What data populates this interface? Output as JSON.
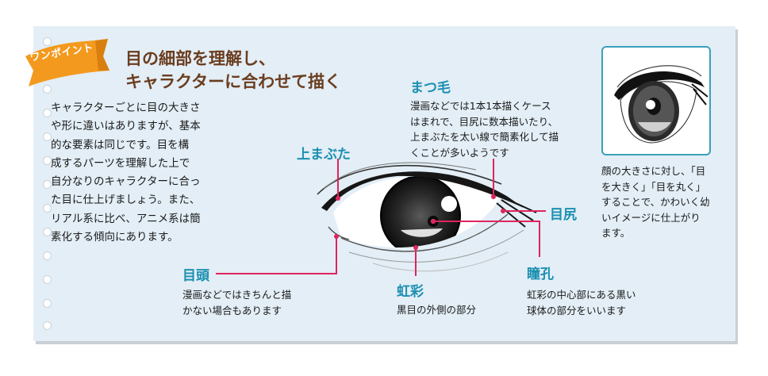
{
  "badge": {
    "label": "ワンポイント"
  },
  "title": {
    "line1": "目の細部を理解し、",
    "line2": "キャラクターに合わせて描く"
  },
  "intro": {
    "lines": [
      "キャラクターごとに目の大きさ",
      "や形に違いはありますが、基本",
      "的な要素は同じです。目を構",
      "成するパーツを理解した上で",
      "自分なりのキャラクターに合っ",
      "た目に仕上げましょう。また、",
      "リアル系に比べ、アニメ系は簡",
      "素化する傾向にあります。"
    ]
  },
  "parts": {
    "matsuge": {
      "label": "まつ毛",
      "desc": [
        "漫画などでは1本1本描くケース",
        "はまれで、目尻に数本描いたり、",
        "上まぶたを太い線で簡素化して描",
        "くことが多いようです"
      ]
    },
    "uemabuta": {
      "label": "上まぶた"
    },
    "mejiri": {
      "label": "目尻"
    },
    "megashira": {
      "label": "目頭",
      "desc": [
        "漫画などではきちんと描",
        "かない場合もあります"
      ]
    },
    "kousai": {
      "label": "虹彩",
      "desc": [
        "黒目の外側の部分"
      ]
    },
    "doukou": {
      "label": "瞳孔",
      "desc": [
        "虹彩の中心部にある黒い",
        "球体の部分をいいます"
      ]
    }
  },
  "thumbnail": {
    "caption": [
      "顔の大きさに対し、「目",
      "を大きく」「目を丸く」",
      "することで、かわいく幼",
      "いイメージに仕上がり",
      "ます。"
    ]
  },
  "colors": {
    "badge": "#f39a1e",
    "title": "#6b3d1f",
    "label": "#1b8fb0",
    "leader": "#e0245e",
    "card": "#e3eef6"
  }
}
